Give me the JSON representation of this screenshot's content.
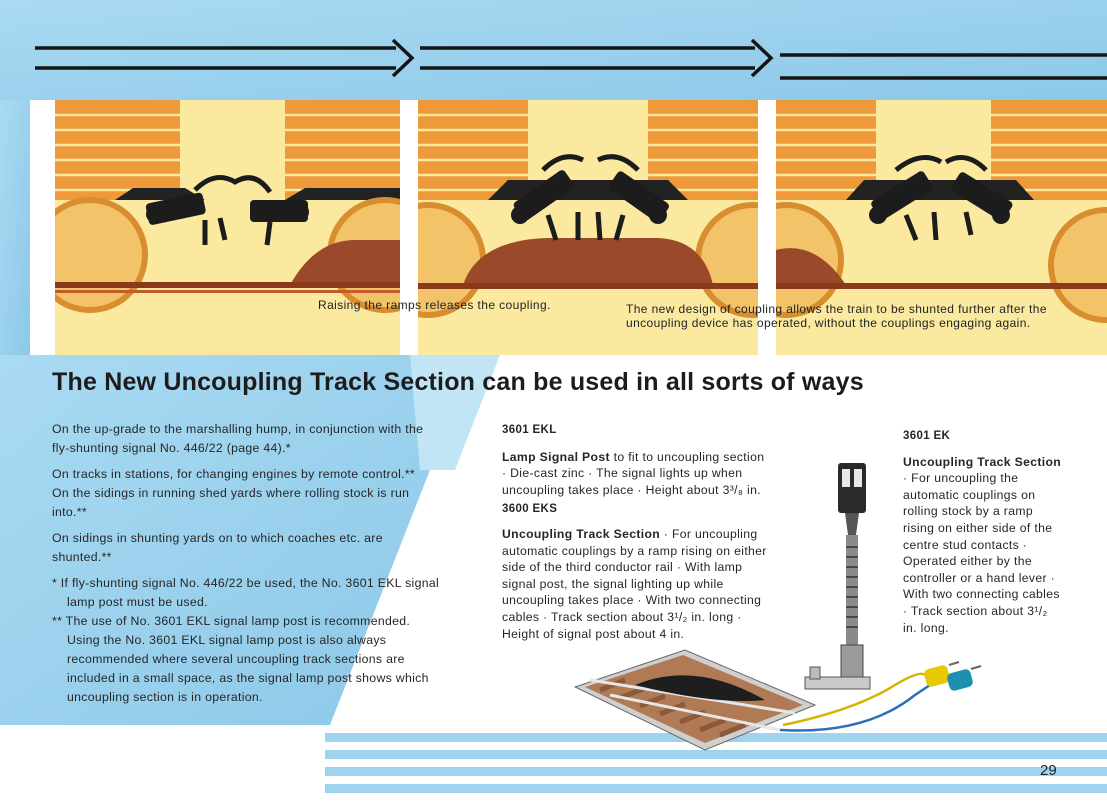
{
  "captions": {
    "middle": "Raising the ramps releases the coupling.",
    "right": "The new design of coupling allows the train to be shunted further after the uncoupling device has operated, without the couplings engaging again."
  },
  "headline": "The New Uncoupling Track Section can be used in all sorts of ways",
  "left_text": {
    "p1": "On the up-grade to the marshalling hump, in conjunction with the fly-shunting signal No. 446/22 (page 44).*",
    "p2": "On tracks in stations, for changing engines by remote control.**",
    "p3": "On the sidings in running shed yards where rolling stock is run into.**",
    "p4": "On sidings in shunting yards on to which coaches etc. are shunted.**",
    "note1": "* If fly-shunting signal No. 446/22 be used, the No. 3601 EKL signal lamp post must be used.",
    "note2": "** The use of No. 3601 EKL signal lamp post is recommended. Using the No. 3601 EKL signal lamp post is also always recommended where several uncoupling track sections are included in a small space, as the signal lamp post shows which uncoupling section is in operation."
  },
  "middle_col": {
    "code1": "3601 EKL",
    "item1_title": "Lamp Signal Post",
    "item1_text": " to fit to uncoupling section · Die-cast zinc · The signal lights up when uncoupling takes place · Height about 3³/₈ in.",
    "code2": "3600 EKS",
    "item2_title": "Uncoupling Track Section",
    "item2_text": " · For uncoupling automatic couplings by a ramp rising on either side of the third conductor rail · With lamp signal post, the signal lighting up while uncoupling takes place · With two connecting cables · Track section about 3¹/₂ in. long · Height of signal post about 4 in."
  },
  "right_col": {
    "code": "3601 EK",
    "title": "Uncoupling Track Section",
    "text": " · For uncoupling the automatic couplings on rolling stock by a ramp rising on either side of the centre stud contacts · Operated either by the controller or a hand lever · With two connecting cables · Track section about 3¹/₂ in. long."
  },
  "page_number": "29",
  "colors": {
    "sky_blue": "#9fd3ee",
    "panel_yellow": "#fbe9a0",
    "wagon_orange": "#ee9a3a",
    "ramp_brown": "#9a4a2a",
    "text_dark": "#1c1c1c"
  }
}
